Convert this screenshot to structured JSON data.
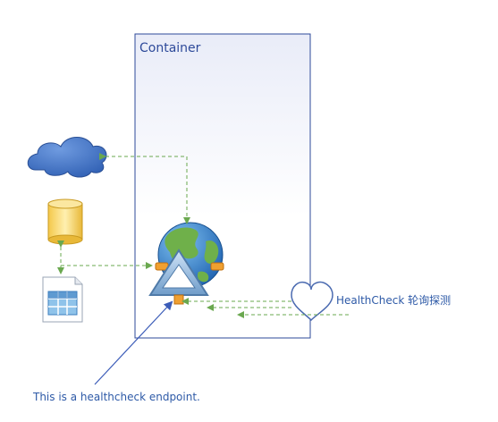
{
  "diagram": {
    "container_label": "Container",
    "healthcheck_label": "HealthCheck 轮询探测",
    "note_label": "This is a healthcheck endpoint."
  },
  "icons": {
    "cloud": "cloud-icon",
    "database": "database-icon",
    "table": "spreadsheet-icon",
    "globe_service": "globe-service-icon",
    "heart": "heart-icon"
  },
  "colors": {
    "container_border": "#2e4a9a",
    "dashed_arrow": "#6aa84f",
    "note_arrow": "#3b5cb8",
    "cloud_fill": "#4472c4",
    "database_fill": "#f7d774",
    "heart_stroke": "#4a6ab0",
    "label_text": "#2e5aa7"
  }
}
